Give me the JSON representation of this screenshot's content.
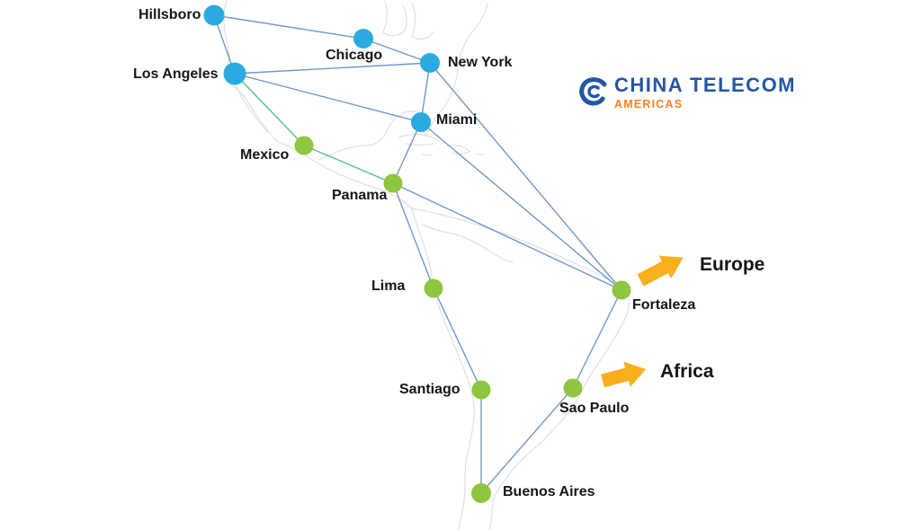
{
  "logo": {
    "brand": "CHINA TELECOM",
    "sub_brand": "AMERICAS",
    "brand_color": "#2456A4",
    "sub_brand_color": "#F5821F",
    "icon": "china-telecom-c-mark"
  },
  "colors": {
    "node_blue": "#29ABE2",
    "node_green": "#8DC63F",
    "link_blue": "#7396C8",
    "link_green": "#55BE8E",
    "arrow_orange": "#FBAF1C",
    "label_text": "#161616",
    "map_outline": "#E2E2E2",
    "background": "#FFFFFF"
  },
  "nodes": [
    {
      "id": "hillsboro",
      "label": "Hillsboro",
      "type": "blue"
    },
    {
      "id": "chicago",
      "label": "Chicago",
      "type": "blue"
    },
    {
      "id": "los-angeles",
      "label": "Los Angeles",
      "type": "blue"
    },
    {
      "id": "new-york",
      "label": "New York",
      "type": "blue"
    },
    {
      "id": "miami",
      "label": "Miami",
      "type": "blue"
    },
    {
      "id": "mexico",
      "label": "Mexico",
      "type": "green"
    },
    {
      "id": "panama",
      "label": "Panama",
      "type": "green"
    },
    {
      "id": "lima",
      "label": "Lima",
      "type": "green"
    },
    {
      "id": "fortaleza",
      "label": "Fortaleza",
      "type": "green"
    },
    {
      "id": "santiago",
      "label": "Santiago",
      "type": "green"
    },
    {
      "id": "sao-paulo",
      "label": "Sao Paulo",
      "type": "green"
    },
    {
      "id": "buenos-aires",
      "label": "Buenos Aires",
      "type": "green"
    }
  ],
  "links": [
    {
      "from": "Hillsboro",
      "to": "Chicago",
      "color": "blue"
    },
    {
      "from": "Hillsboro",
      "to": "Los Angeles",
      "color": "blue"
    },
    {
      "from": "Chicago",
      "to": "New York",
      "color": "blue"
    },
    {
      "from": "Los Angeles",
      "to": "New York",
      "color": "blue"
    },
    {
      "from": "Los Angeles",
      "to": "Miami",
      "color": "blue"
    },
    {
      "from": "New York",
      "to": "Miami",
      "color": "blue"
    },
    {
      "from": "Miami",
      "to": "Panama",
      "color": "blue"
    },
    {
      "from": "New York",
      "to": "Fortaleza",
      "color": "blue"
    },
    {
      "from": "Miami",
      "to": "Fortaleza",
      "color": "blue"
    },
    {
      "from": "Panama",
      "to": "Fortaleza",
      "color": "blue"
    },
    {
      "from": "Panama",
      "to": "Lima",
      "color": "blue"
    },
    {
      "from": "Lima",
      "to": "Santiago",
      "color": "blue"
    },
    {
      "from": "Santiago",
      "to": "Buenos Aires",
      "color": "blue"
    },
    {
      "from": "Buenos Aires",
      "to": "Sao Paulo",
      "color": "blue"
    },
    {
      "from": "Sao Paulo",
      "to": "Fortaleza",
      "color": "blue"
    },
    {
      "from": "Los Angeles",
      "to": "Mexico",
      "color": "green"
    },
    {
      "from": "Mexico",
      "to": "Panama",
      "color": "green"
    }
  ],
  "arrows": [
    {
      "label": "Europe",
      "direction": "up-right",
      "near": "Fortaleza"
    },
    {
      "label": "Africa",
      "direction": "right",
      "near": "Sao Paulo"
    }
  ]
}
